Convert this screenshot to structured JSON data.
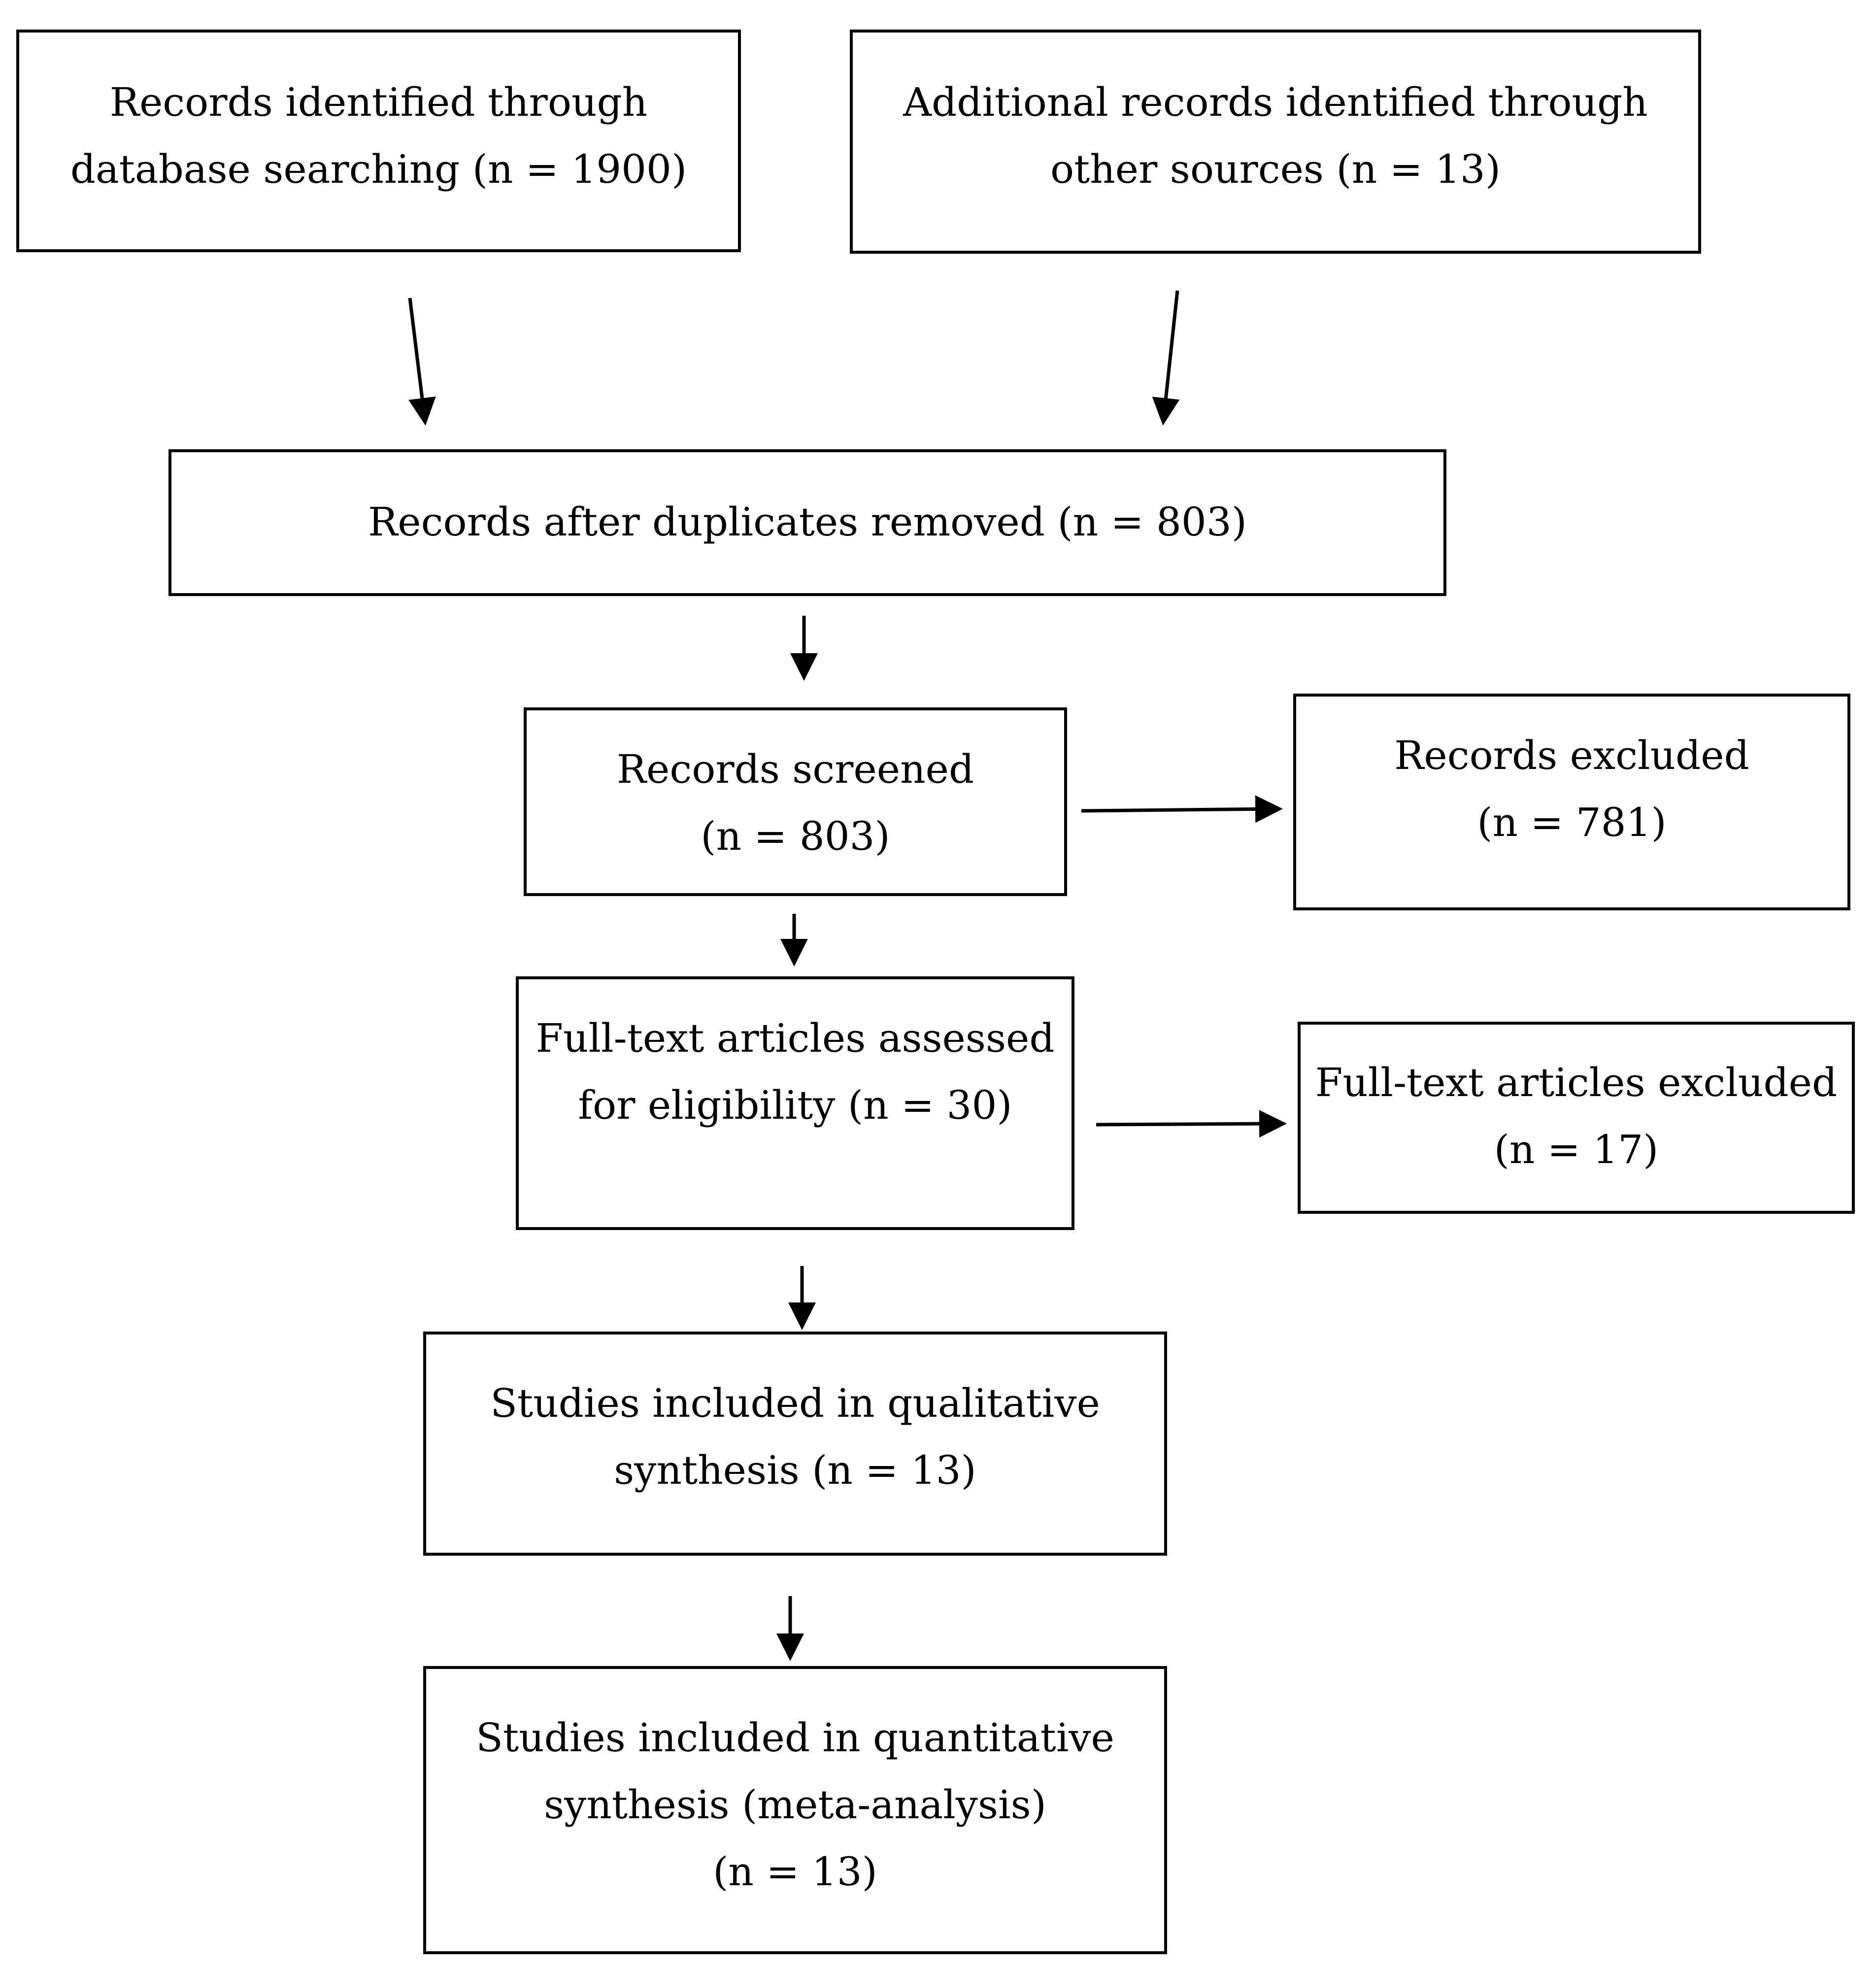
{
  "boxes": {
    "database": {
      "lines": [
        "Records identified through",
        "database searching (n = 1900)"
      ]
    },
    "other": {
      "lines": [
        "Additional records identified through",
        "other sources (n = 13)"
      ]
    },
    "duplicates": {
      "lines": [
        "Records after duplicates removed (n = 803)"
      ]
    },
    "screened": {
      "lines": [
        "Records screened",
        "(n = 803)"
      ]
    },
    "excluded": {
      "lines": [
        "Records excluded",
        "(n = 781)"
      ]
    },
    "fulltext": {
      "lines": [
        "Full-text articles assessed",
        "for eligibility (n = 30)"
      ]
    },
    "fulltext_excluded": {
      "lines": [
        "Full-text articles excluded",
        "(n = 17)"
      ]
    },
    "qualitative": {
      "lines": [
        "Studies included in qualitative",
        "synthesis (n = 13)"
      ]
    },
    "quantitative": {
      "lines": [
        "Studies included in quantitative",
        "synthesis (meta-analysis)",
        "(n = 13)"
      ]
    }
  },
  "colors": {
    "stroke": "#000000",
    "background": "#ffffff"
  }
}
